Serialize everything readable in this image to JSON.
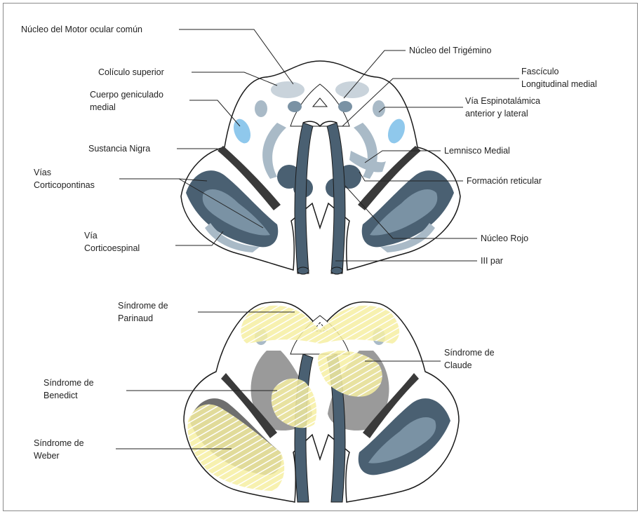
{
  "top_labels": {
    "motor_ocular": "Núcleo del Motor ocular común",
    "trigemino": "Núcleo del Trigémino",
    "coliculo": "Colículo superior",
    "fasciculo_1": "Fascículo",
    "fasciculo_2": "Longitudinal medial",
    "geniculado_1": "Cuerpo geniculado",
    "geniculado_2": "medial",
    "espinotalamica_1": "Vía Espinotalámica",
    "espinotalamica_2": "anterior y lateral",
    "nigra": "Sustancia Nigra",
    "lemnisco": "Lemnisco Medial",
    "corticopontinas_1": "Vías",
    "corticopontinas_2": "Corticopontinas",
    "reticular": "Formación reticular",
    "corticoespinal_1": "Vía",
    "corticoespinal_2": "Corticoespinal",
    "rojo": "Núcleo Rojo",
    "iii_par": "III par"
  },
  "bottom_labels": {
    "parinaud_1": "Síndrome de",
    "parinaud_2": "Parinaud",
    "claude_1": "Síndrome de",
    "claude_2": "Claude",
    "benedict_1": "Síndrome de",
    "benedict_2": "Benedict",
    "weber_1": "Síndrome de",
    "weber_2": "Weber"
  },
  "colors": {
    "outline": "#1a1a1a",
    "structure_dark": "#4a6072",
    "structure_mid": "#7a92a4",
    "structure_light": "#a9bac7",
    "structure_pale": "#c9d3db",
    "accent_blue": "#8fc8ec",
    "nigra": "#3a3a3a",
    "lesion_yellow": "#f6efa2"
  }
}
